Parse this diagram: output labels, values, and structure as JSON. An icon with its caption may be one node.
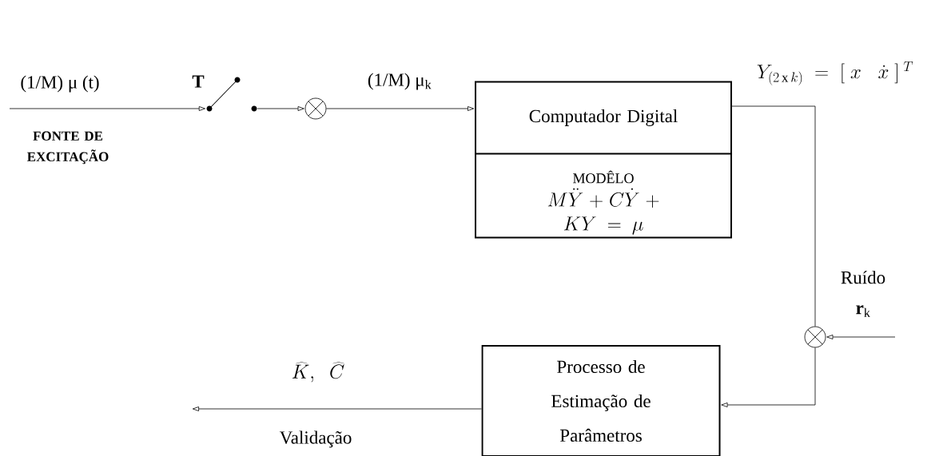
{
  "diagram": {
    "nodes": [
      {
        "text": [],
        "shape": "switch",
        "beside": [
          "T"
        ]
      },
      {
        "text": [],
        "shape": "circle"
      },
      {
        "text": [
          "Computador Digital",
          "MODÊLO",
          "M\\ddot{Y} + C\\dot{Y} + KY = \\mu"
        ]
      },
      {
        "text": [],
        "shape": "circle"
      },
      {
        "text": [
          "Processo de Estimação de Parâmetros"
        ]
      }
    ],
    "edges": [
      {
        "from": null,
        "to": 0,
        "arrow": "to",
        "label": "(1/M) μ (t)"
      },
      {
        "from": 0,
        "to": 1,
        "arrow": "to"
      },
      {
        "from": 1,
        "to": 2,
        "arrow": "to",
        "label": "(1/M) μ$_{k}$"
      },
      {
        "from": 2,
        "to": 3,
        "arrow": "none",
        "label": "Y_{(2\\,\\mathrm{x}\\,k)} \\;=\\; [\\;x\\;\\;\\; \\dot{x}\\;]^{\\;T}"
      },
      {
        "from": null,
        "to": 3,
        "arrow": "to",
        "label": "Ruído **r**$_{k}$"
      },
      {
        "from": 3,
        "to": 4,
        "arrow": "to"
      },
      {
        "from": 4,
        "to": null,
        "arrow": "to",
        "label": "\\widehat{K},\\;\\; \\widehat{C}"
      }
    ],
    "labels": [
      "FONTE DE EXCITAÇÃO",
      "Validação"
    ]
  }
}
